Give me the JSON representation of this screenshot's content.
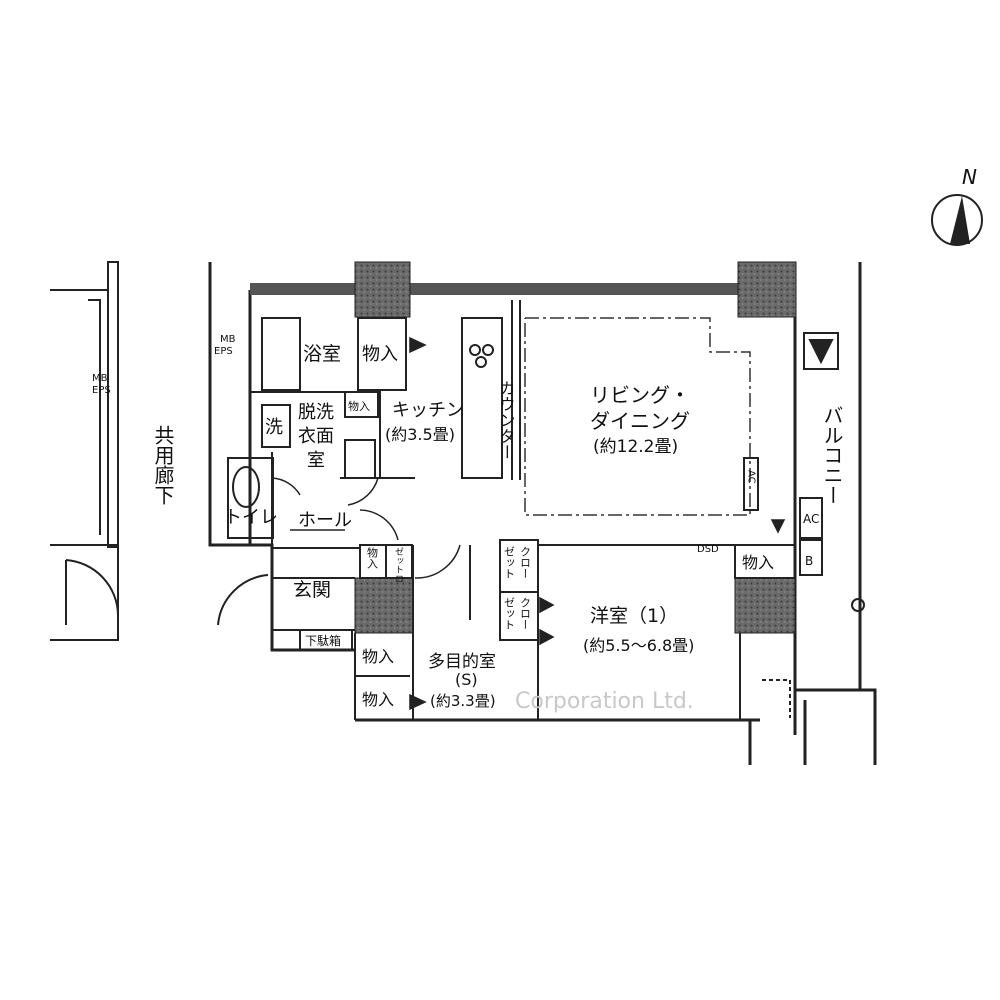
{
  "compass": {
    "letter": "N"
  },
  "labels": {
    "mb_eps_left_1": "MB",
    "mb_eps_left_2": "EPS",
    "mb_eps_mid_1": "MB",
    "mb_eps_mid_2": "EPS",
    "corridor": "共用廊下",
    "bath": "浴室",
    "storage_bath": "物入",
    "storage_small_kitchen": "物入",
    "washer": "洗",
    "dressing_1": "脱洗",
    "dressing_2": "衣面",
    "dressing_3": "室",
    "toilet": "トイレ",
    "hall": "ホール",
    "kitchen": "キッチン",
    "kitchen_size": "(約3.5畳)",
    "counter": "カウンター",
    "living_1": "リビング・",
    "living_2": "ダイニング",
    "living_size": "(約12.2畳)",
    "ac_living": "AC",
    "balcony": "バルコニー",
    "ac_balcony": "AC",
    "b_balcony": "B",
    "storage_hall_1": "物入",
    "zet_1": "ゼットロ",
    "entrance": "玄関",
    "shoe_box": "下駄箱",
    "storage_multi_1": "物入",
    "storage_multi_2": "物入",
    "multi_1": "多目的室",
    "multi_2": "(S)",
    "multi_size": "(約3.3畳)",
    "closet_1a": "クロー",
    "closet_1b": "ゼット",
    "closet_2a": "ゼット",
    "closet_2b": "クロー",
    "western_1": "洋室（1）",
    "western_size": "(約5.5～6.8畳)",
    "dsd": "DSD",
    "storage_western": "物入",
    "watermark": "Corporation Ltd."
  },
  "colors": {
    "wall": "#222222",
    "pillar": "#5a5a5a",
    "line": "#333333"
  }
}
